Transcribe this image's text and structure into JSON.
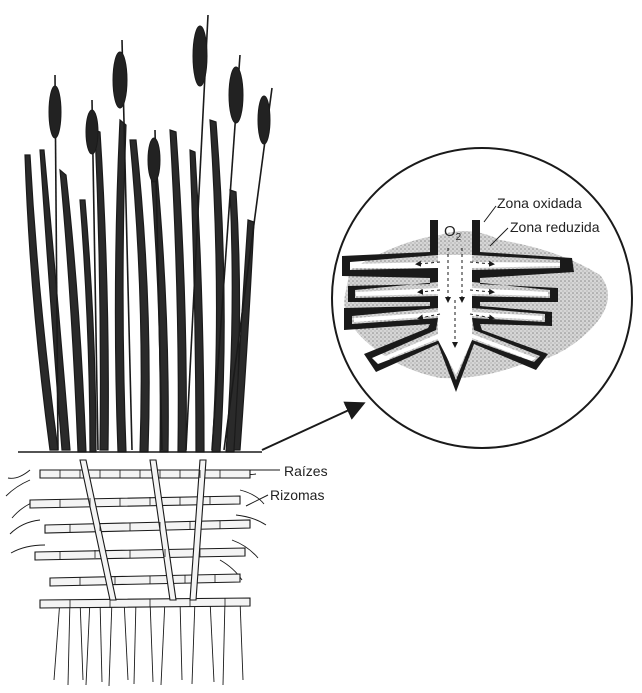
{
  "labels": {
    "zona_oxidada": "Zona oxidada",
    "zona_reduzida": "Zona reduzida",
    "oxygen": "O",
    "oxygen_subscript": "2",
    "raizes": "Raízes",
    "rizomas": "Rizomas"
  },
  "colors": {
    "ink": "#1a1a1a",
    "stipple": "#bdbdbd",
    "background": "#ffffff"
  }
}
